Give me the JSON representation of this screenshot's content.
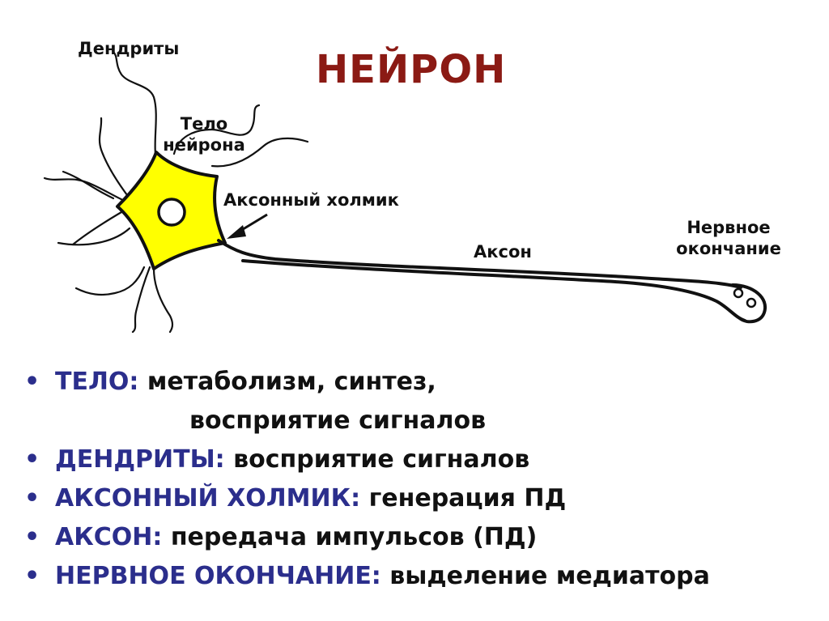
{
  "title": "НЕЙРОН",
  "labels": {
    "dendrites": "Дендриты",
    "body_line1": "Тело",
    "body_line2": "нейрона",
    "axon_hillock": "Аксонный холмик",
    "axon": "Аксон",
    "terminal_line1": "Нервное",
    "terminal_line2": "окончание"
  },
  "points": [
    {
      "term": "ТЕЛО:",
      "text": "метаболизм, синтез,",
      "text2": "восприятие сигналов"
    },
    {
      "term": "ДЕНДРИТЫ:",
      "text": "восприятие сигналов"
    },
    {
      "term": "АКСОННЫЙ ХОЛМИК:",
      "text": "генерация ПД"
    },
    {
      "term": "АКСОН:",
      "text": "передача импульсов (ПД)"
    },
    {
      "term": "НЕРВНОЕ ОКОНЧАНИЕ:",
      "text": "выделение медиатора"
    }
  ],
  "colors": {
    "title": "#8b1a14",
    "term": "#2b2e8c",
    "soma_fill": "#ffff00",
    "outline": "#111111"
  },
  "bullet_glyph": "•"
}
